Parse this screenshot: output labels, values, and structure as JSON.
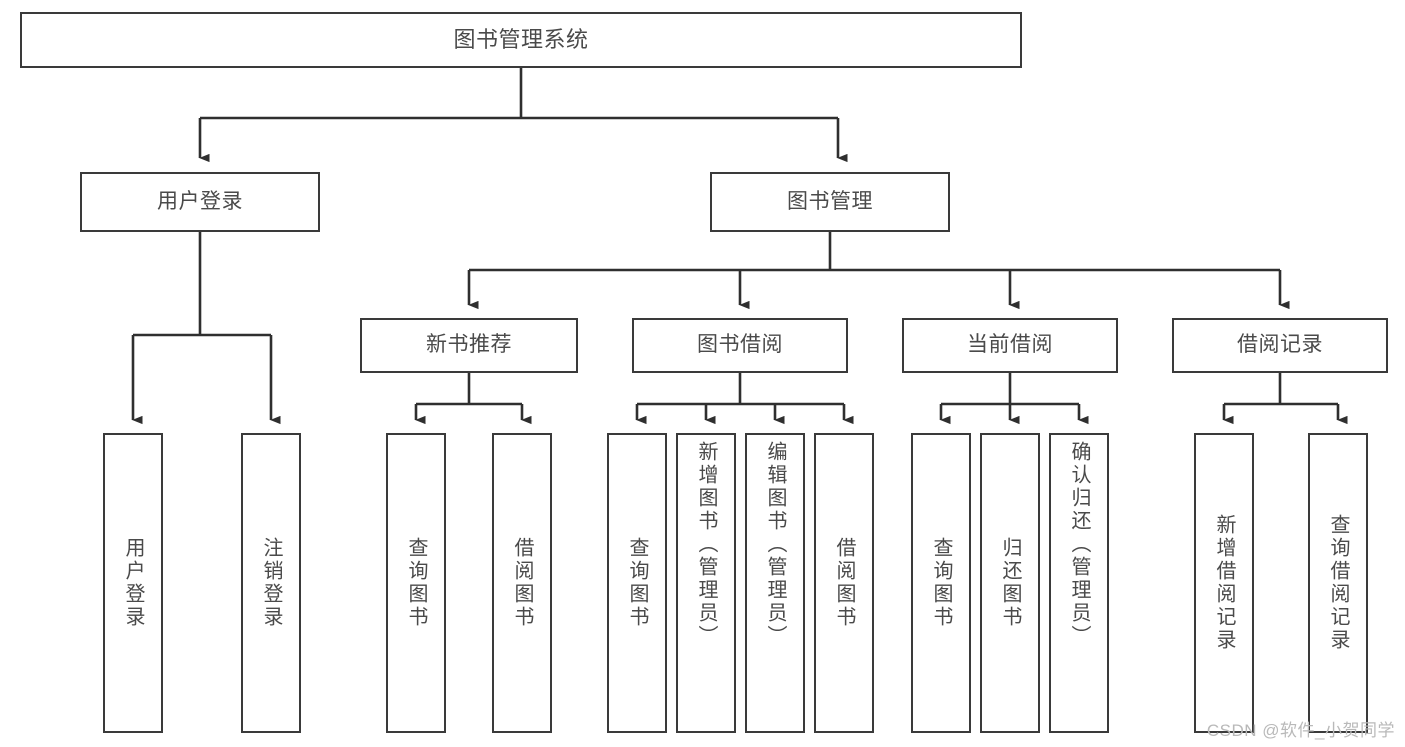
{
  "diagram": {
    "title": "图书管理系统",
    "type": "tree-hierarchy",
    "watermark": "CSDN @软件_小贺同学",
    "colors": {
      "border": "#3a3a3a",
      "text": "#4a4a4a",
      "background": "#ffffff",
      "connector": "#2f2f2f",
      "watermark": "#b9b9b9"
    },
    "root": {
      "label": "图书管理系统"
    },
    "level2": [
      {
        "label": "用户登录"
      },
      {
        "label": "图书管理"
      }
    ],
    "level3": [
      {
        "label": "新书推荐"
      },
      {
        "label": "图书借阅"
      },
      {
        "label": "当前借阅"
      },
      {
        "label": "借阅记录"
      }
    ],
    "leaves": {
      "user_login": [
        {
          "label": "用户登录"
        },
        {
          "label": "注销登录"
        }
      ],
      "new_book_recommend": [
        {
          "label": "查询图书"
        },
        {
          "label": "借阅图书"
        }
      ],
      "book_borrow": [
        {
          "label": "查询图书"
        },
        {
          "label": "新增图书（管理员）"
        },
        {
          "label": "编辑图书（管理员）"
        },
        {
          "label": "借阅图书"
        }
      ],
      "current_borrow": [
        {
          "label": "查询图书"
        },
        {
          "label": "归还图书"
        },
        {
          "label": "确认归还（管理员）"
        }
      ],
      "borrow_record": [
        {
          "label": "新增借阅记录"
        },
        {
          "label": "查询借阅记录"
        }
      ]
    }
  }
}
